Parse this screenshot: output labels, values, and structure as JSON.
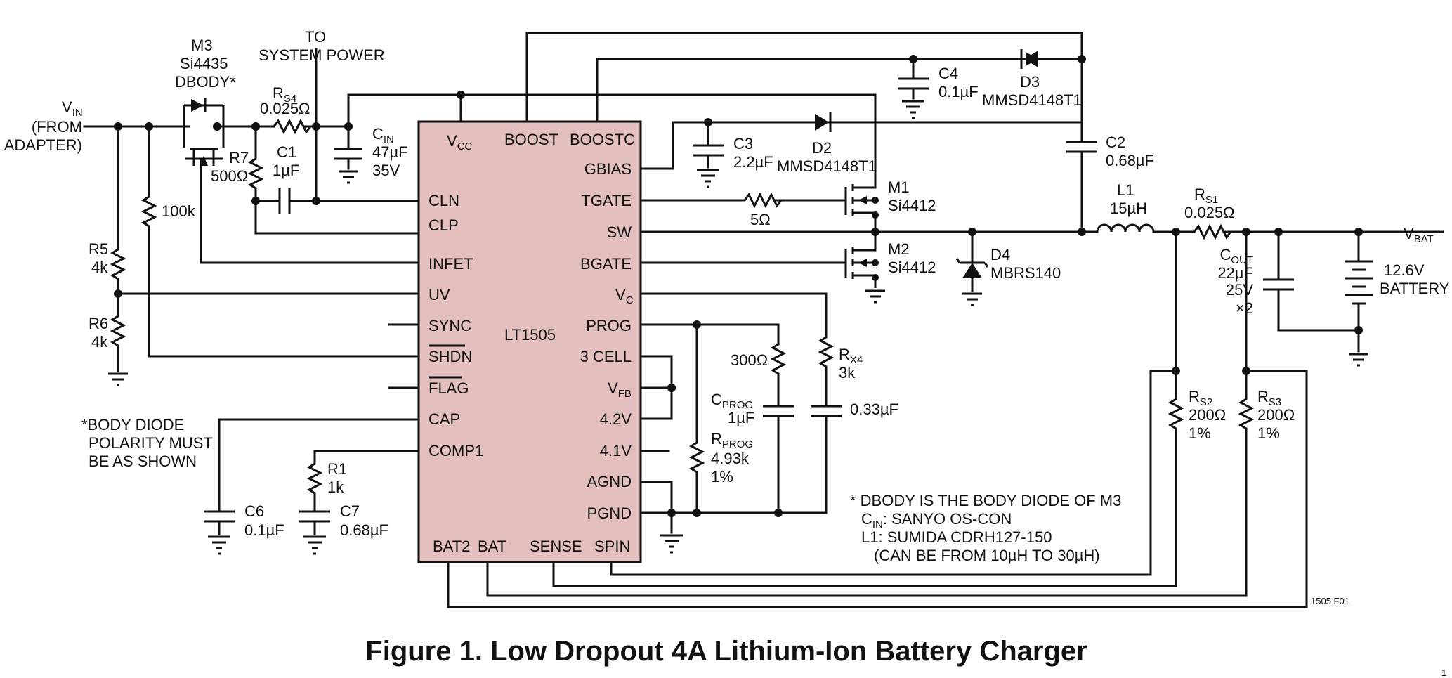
{
  "chip": {
    "name": "LT1505",
    "fill": "#e3bfbd",
    "pins_top": [
      "VCC",
      "BOOST",
      "BOOSTC"
    ],
    "pins_left": [
      "CLN",
      "CLP",
      "INFET",
      "UV",
      "SYNC",
      "SHDN",
      "FLAG",
      "CAP",
      "COMP1"
    ],
    "pins_right": [
      "GBIAS",
      "TGATE",
      "SW",
      "BGATE",
      "VC",
      "PROG",
      "3 CELL",
      "VFB",
      "4.2V",
      "4.1V",
      "AGND",
      "PGND"
    ],
    "pins_bottom": [
      "BAT2",
      "BAT",
      "SENSE",
      "SPIN"
    ]
  },
  "labels": {
    "vin": "V",
    "vin_sub": "IN",
    "vin_from": "(FROM",
    "vin_adapter": "ADAPTER)",
    "to": "TO",
    "system_power": "SYSTEM POWER",
    "m3": "M3",
    "m3_part": "Si4435",
    "dbody": "DBODY*",
    "rs4": "R",
    "rs4_sub": "S4",
    "rs4_val": "0.025Ω",
    "cin": "C",
    "cin_sub": "IN",
    "cin_val1": "47µF",
    "cin_val2": "35V",
    "r7": "R7",
    "r7_val": "500Ω",
    "c1": "C1",
    "c1_val": "1µF",
    "r100k": "100k",
    "r5": "R5",
    "r5_val": "4k",
    "r6": "R6",
    "r6_val": "4k",
    "c4": "C4",
    "c4_val": "0.1µF",
    "d3": "D3",
    "d3_part": "MMSD4148T1",
    "c3": "C3",
    "c3_val": "2.2µF",
    "d2": "D2",
    "d2_part": "MMSD4148T1",
    "c2": "C2",
    "c2_val": "0.68µF",
    "m1": "M1",
    "m1_part": "Si4412",
    "r5ohm": "5Ω",
    "m2": "M2",
    "m2_part": "Si4412",
    "d4": "D4",
    "d4_part": "MBRS140",
    "l1": "L1",
    "l1_val": "15µH",
    "rs1": "R",
    "rs1_sub": "S1",
    "rs1_val": "0.025Ω",
    "vbat": "V",
    "vbat_sub": "BAT",
    "cout": "C",
    "cout_sub": "OUT",
    "cout_val1": "22µF",
    "cout_val2": "25V",
    "cout_val3": "×2",
    "battery_v": "12.6V",
    "battery": "BATTERY",
    "r300": "300Ω",
    "rx4": "R",
    "rx4_sub": "X4",
    "rx4_val": "3k",
    "cprog": "C",
    "cprog_sub": "PROG",
    "cprog_val": "1µF",
    "c033": "0.33µF",
    "rprog": "R",
    "rprog_sub": "PROG",
    "rprog_val1": "4.93k",
    "rprog_val2": "1%",
    "rs2": "R",
    "rs2_sub": "S2",
    "rs2_val1": "200Ω",
    "rs2_val2": "1%",
    "rs3": "R",
    "rs3_sub": "S3",
    "rs3_val1": "200Ω",
    "rs3_val2": "1%",
    "r1": "R1",
    "r1_val": "1k",
    "c6": "C6",
    "c6_val": "0.1µF",
    "c7": "C7",
    "c7_val": "0.68µF"
  },
  "notes": {
    "body_diode": [
      "*BODY DIODE",
      "POLARITY MUST",
      "BE AS SHOWN"
    ],
    "footnotes": [
      "* DBODY IS THE BODY DIODE OF M3",
      "C",
      "IN",
      ": SANYO OS-CON",
      "L1: SUMIDA CDRH127-150",
      "(CAN BE FROM 10µH TO 30µH)"
    ],
    "code": "1505 F01",
    "page_num": "1"
  },
  "caption": "Figure 1. Low Dropout 4A Lithium-Ion Battery Charger"
}
